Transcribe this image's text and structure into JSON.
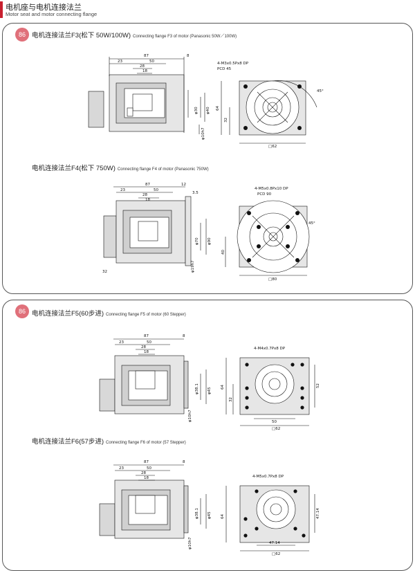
{
  "header": {
    "title": "电机座与电机连接法兰",
    "subtitle": "Motor seat and motor connecting flange"
  },
  "cards": [
    {
      "badge": "86"
    },
    {
      "badge": "86"
    }
  ],
  "sections": {
    "f3": {
      "title": "电机连接法兰F3(松下  50W/100W)",
      "subtitle": "Connecting flange F3 of motor (Panasonic 50W／100W)",
      "dims": {
        "d87": "87",
        "d23": "23",
        "d50": "50",
        "d28": "28",
        "d18": "18",
        "d8": "8",
        "pcd": "4-M3x0.5Px8 DP",
        "pcd2": "PCD 45",
        "dia": "φ30",
        "dia2": "φ40",
        "dia3": "φ10h7",
        "sq": "□62",
        "h64": "64",
        "h32": "32",
        "ang": "45°"
      }
    },
    "f4": {
      "title": "电机连接法兰F4(松下  750W)",
      "subtitle": "Connecting flange F4 of motor (Panasonic 750W)",
      "dims": {
        "d87": "87",
        "d23": "23",
        "d50": "50",
        "d28": "28",
        "d18": "18",
        "d12": "12",
        "d35": "3.5",
        "pcd": "4-M5x0.8Px10 DP",
        "pcd2": "PCD 90",
        "dia": "φ70",
        "dia2": "φ90",
        "dia3": "φ19h7",
        "sq": "□80",
        "h40": "40",
        "l32": "32",
        "ang": "45°"
      }
    },
    "f5": {
      "title": "电机连接法兰F5(60步进)",
      "subtitle": "Connecting flange F5 of motor (60   Stepper)",
      "dims": {
        "d87": "87",
        "d23": "23",
        "d50": "50",
        "d28": "28",
        "d18": "18",
        "d8": "8",
        "pcd": "4-M4x0.7Px8 DP",
        "dia": "φ38.1",
        "dia2": "φ45",
        "dia3": "φ10h7",
        "sq": "□62",
        "h64": "64",
        "h32": "32",
        "w50": "50",
        "s52": "52"
      }
    },
    "f6": {
      "title": "电机连接法兰F6(57步进)",
      "subtitle": "Connecting flange F6 of motor (57   Stepper)",
      "dims": {
        "d87": "87",
        "d23": "23",
        "d50": "50",
        "d28": "28",
        "d18": "18",
        "d8": "8",
        "pcd": "4-M5x0.7Px8 DP",
        "dia": "φ38.1",
        "dia2": "φ45",
        "dia3": "φ10h7",
        "sq": "□62",
        "h64": "64",
        "w4714": "47.14",
        "h4714": "47.14"
      }
    }
  }
}
